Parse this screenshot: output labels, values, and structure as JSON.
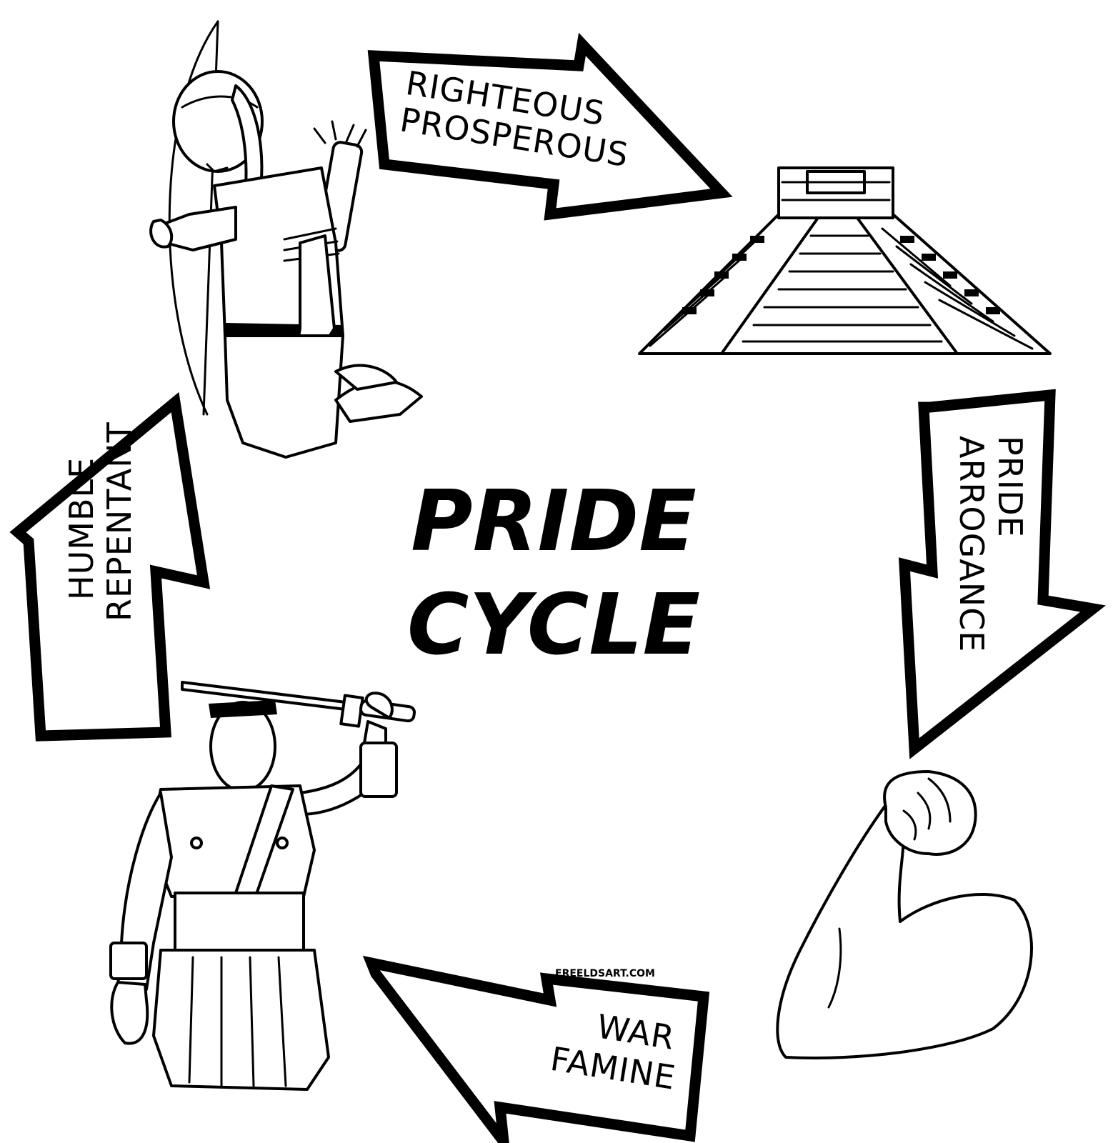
{
  "title": {
    "line1": "PRIDE",
    "line2": "CYCLE"
  },
  "stages": [
    {
      "line1": "RIGHTEOUS",
      "line2": "PROSPEROUS"
    },
    {
      "line1": "PRIDE",
      "line2": "ARROGANCE"
    },
    {
      "line1": "WAR",
      "line2": "FAMINE"
    },
    {
      "line1": "HUMBLE",
      "line2": "REPENTANT"
    }
  ],
  "illustrations": {
    "top_left": "kneeling-archer-icon",
    "top_right": "pyramid-temple-icon",
    "bottom_right": "flexed-arm-icon",
    "bottom_left": "warrior-with-sword-icon"
  },
  "credit": "FREELDSART.COM",
  "colors": {
    "ink": "#000000",
    "paper": "#ffffff"
  }
}
